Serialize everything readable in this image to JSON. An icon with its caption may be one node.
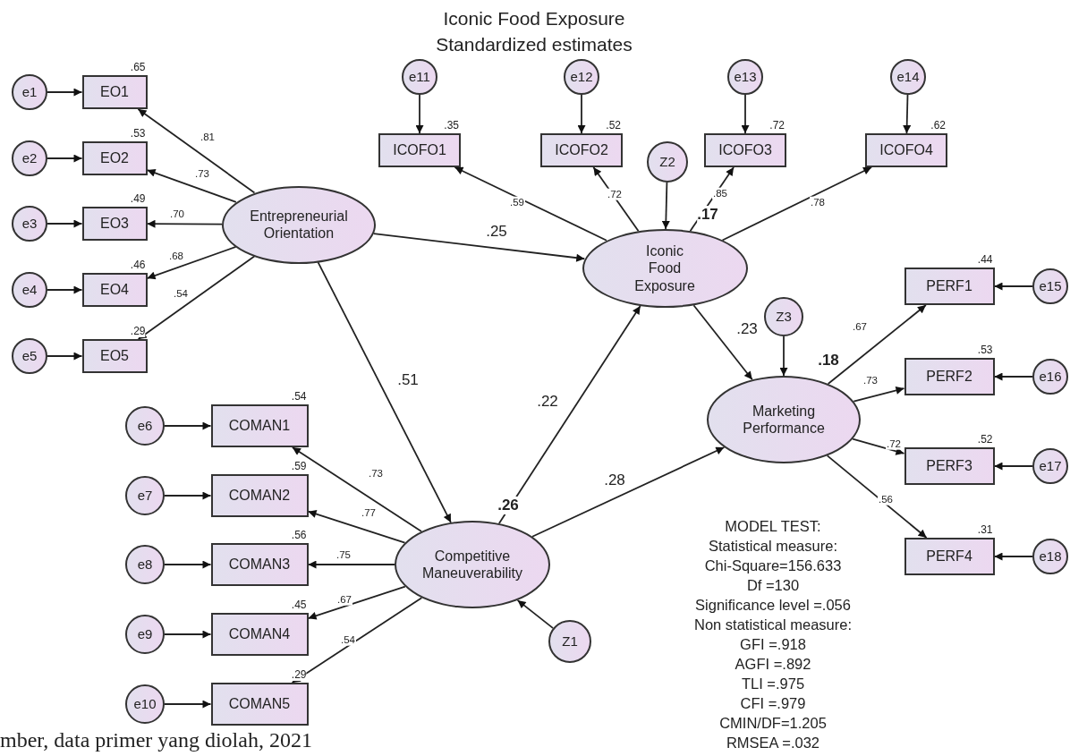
{
  "diagram": {
    "title": "Iconic Food Exposure Standardized estimates",
    "caption": "mber, data primer yang diolah, 2021",
    "nodes": [
      {
        "text": [
          "e1"
        ]
      },
      {
        "text": [
          "EO1"
        ],
        "beside": [
          ".65"
        ]
      },
      {
        "text": [
          "e2"
        ]
      },
      {
        "text": [
          "EO2"
        ],
        "beside": [
          ".53"
        ]
      },
      {
        "text": [
          "e3"
        ]
      },
      {
        "text": [
          "EO3"
        ],
        "beside": [
          ".49"
        ]
      },
      {
        "text": [
          "e4"
        ]
      },
      {
        "text": [
          "EO4"
        ],
        "beside": [
          ".46"
        ]
      },
      {
        "text": [
          "e5"
        ]
      },
      {
        "text": [
          "EO5"
        ],
        "beside": [
          ".29"
        ]
      },
      {
        "text": [
          "Entrepreneurial Orientation"
        ]
      },
      {
        "text": [
          "e11"
        ]
      },
      {
        "text": [
          "ICOFO1"
        ],
        "beside": [
          ".35"
        ]
      },
      {
        "text": [
          "e12"
        ]
      },
      {
        "text": [
          "ICOFO2"
        ],
        "beside": [
          ".52"
        ]
      },
      {
        "text": [
          "e13"
        ]
      },
      {
        "text": [
          "ICOFO3"
        ],
        "beside": [
          ".72"
        ]
      },
      {
        "text": [
          "e14"
        ]
      },
      {
        "text": [
          "ICOFO4"
        ],
        "beside": [
          ".62"
        ]
      },
      {
        "text": [
          "Z2"
        ]
      },
      {
        "text": [
          "Iconic Food Exposure"
        ],
        "beside": [
          ".17"
        ]
      },
      {
        "text": [
          "Z3"
        ]
      },
      {
        "text": [
          "Marketing Performance"
        ],
        "beside": [
          ".18"
        ]
      },
      {
        "text": [
          "PERF1"
        ],
        "beside": [
          ".44"
        ]
      },
      {
        "text": [
          "e15"
        ]
      },
      {
        "text": [
          "PERF2"
        ],
        "beside": [
          ".53"
        ]
      },
      {
        "text": [
          "e16"
        ]
      },
      {
        "text": [
          "PERF3"
        ],
        "beside": [
          ".52"
        ]
      },
      {
        "text": [
          "e17"
        ]
      },
      {
        "text": [
          "PERF4"
        ],
        "beside": [
          ".31"
        ]
      },
      {
        "text": [
          "e18"
        ]
      },
      {
        "text": [
          "e6"
        ]
      },
      {
        "text": [
          "COMAN1"
        ],
        "beside": [
          ".54"
        ]
      },
      {
        "text": [
          "e7"
        ]
      },
      {
        "text": [
          "COMAN2"
        ],
        "beside": [
          ".59"
        ]
      },
      {
        "text": [
          "e8"
        ]
      },
      {
        "text": [
          "COMAN3"
        ],
        "beside": [
          ".56"
        ]
      },
      {
        "text": [
          "e9"
        ]
      },
      {
        "text": [
          "COMAN4"
        ],
        "beside": [
          ".45"
        ]
      },
      {
        "text": [
          "e10"
        ]
      },
      {
        "text": [
          "COMAN5"
        ],
        "beside": [
          ".29"
        ]
      },
      {
        "text": [
          "Competitive Maneuverability"
        ],
        "beside": [
          ".26"
        ]
      },
      {
        "text": [
          "Z1"
        ]
      }
    ],
    "edges": [
      {
        "from": 0,
        "to": 1,
        "arrow": "to"
      },
      {
        "from": 2,
        "to": 3,
        "arrow": "to"
      },
      {
        "from": 4,
        "to": 5,
        "arrow": "to"
      },
      {
        "from": 6,
        "to": 7,
        "arrow": "to"
      },
      {
        "from": 8,
        "to": 9,
        "arrow": "to"
      },
      {
        "from": 10,
        "to": 1,
        "arrow": "to",
        "label": ".81"
      },
      {
        "from": 10,
        "to": 3,
        "arrow": "to",
        "label": ".73"
      },
      {
        "from": 10,
        "to": 5,
        "arrow": "to",
        "label": ".70"
      },
      {
        "from": 10,
        "to": 7,
        "arrow": "to",
        "label": ".68"
      },
      {
        "from": 10,
        "to": 9,
        "arrow": "to",
        "label": ".54"
      },
      {
        "from": 11,
        "to": 12,
        "arrow": "to"
      },
      {
        "from": 13,
        "to": 14,
        "arrow": "to"
      },
      {
        "from": 15,
        "to": 16,
        "arrow": "to"
      },
      {
        "from": 17,
        "to": 18,
        "arrow": "to"
      },
      {
        "from": 20,
        "to": 12,
        "arrow": "to",
        "label": ".59"
      },
      {
        "from": 20,
        "to": 14,
        "arrow": "to",
        "label": ".72"
      },
      {
        "from": 20,
        "to": 16,
        "arrow": "to",
        "label": ".85"
      },
      {
        "from": 20,
        "to": 18,
        "arrow": "to",
        "label": ".78"
      },
      {
        "from": 19,
        "to": 20,
        "arrow": "to"
      },
      {
        "from": 10,
        "to": 20,
        "arrow": "to",
        "label": ".25"
      },
      {
        "from": 10,
        "to": 41,
        "arrow": "to",
        "label": ".51"
      },
      {
        "from": 41,
        "to": 20,
        "arrow": "to",
        "label": ".22"
      },
      {
        "from": 20,
        "to": 22,
        "arrow": "to",
        "label": ".23"
      },
      {
        "from": 41,
        "to": 22,
        "arrow": "to",
        "label": ".28"
      },
      {
        "from": 21,
        "to": 22,
        "arrow": "to"
      },
      {
        "from": 22,
        "to": 23,
        "arrow": "to",
        "label": ".67"
      },
      {
        "from": 22,
        "to": 25,
        "arrow": "to",
        "label": ".73"
      },
      {
        "from": 22,
        "to": 27,
        "arrow": "to",
        "label": ".72"
      },
      {
        "from": 22,
        "to": 29,
        "arrow": "to",
        "label": ".56"
      },
      {
        "from": 24,
        "to": 23,
        "arrow": "to"
      },
      {
        "from": 26,
        "to": 25,
        "arrow": "to"
      },
      {
        "from": 28,
        "to": 27,
        "arrow": "to"
      },
      {
        "from": 30,
        "to": 29,
        "arrow": "to"
      },
      {
        "from": 31,
        "to": 32,
        "arrow": "to"
      },
      {
        "from": 33,
        "to": 34,
        "arrow": "to"
      },
      {
        "from": 35,
        "to": 36,
        "arrow": "to"
      },
      {
        "from": 37,
        "to": 38,
        "arrow": "to"
      },
      {
        "from": 39,
        "to": 40,
        "arrow": "to"
      },
      {
        "from": 41,
        "to": 32,
        "arrow": "to",
        "label": ".73"
      },
      {
        "from": 41,
        "to": 34,
        "arrow": "to",
        "label": ".77"
      },
      {
        "from": 41,
        "to": 36,
        "arrow": "to",
        "label": ".75"
      },
      {
        "from": 41,
        "to": 38,
        "arrow": "to",
        "label": ".67"
      },
      {
        "from": 41,
        "to": 40,
        "arrow": "to",
        "label": ".54"
      },
      {
        "from": 42,
        "to": 41,
        "arrow": "to"
      }
    ],
    "labels": [
      "MODEL TEST:",
      "Statistical measure:",
      "Chi-Square=156.633",
      "Df =130",
      "Significance level =.056",
      "Non statistical measure:",
      "GFI =.918",
      "AGFI =.892",
      "TLI =.975",
      "CFI =.979",
      "CMIN/DF=1.205",
      "RMSEA =.032"
    ]
  }
}
